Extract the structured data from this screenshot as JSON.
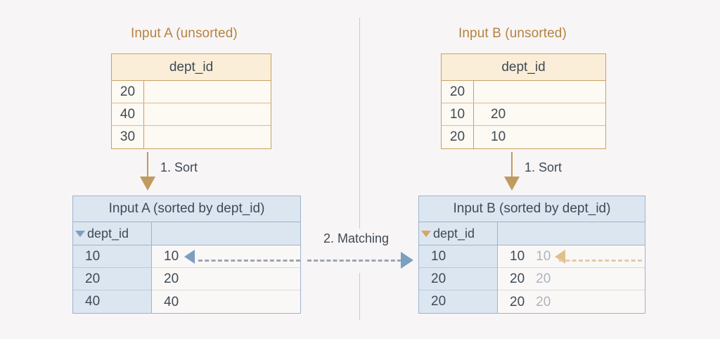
{
  "figure": {
    "divider_color": "#cdc9cc",
    "background": "#f8f5f6"
  },
  "left": {
    "caption": "Input A (unsorted)",
    "unsorted_table": {
      "header": "dept_id",
      "rows": [
        {
          "key": "20",
          "value": ""
        },
        {
          "key": "40",
          "value": ""
        },
        {
          "key": "30",
          "value": ""
        }
      ]
    },
    "sort_step": {
      "label": "1. Sort"
    },
    "sorted_table": {
      "title": "Input A (sorted by dept_id)",
      "column_header": "dept_id",
      "rows": [
        {
          "key": "10",
          "value": "10",
          "value2": ""
        },
        {
          "key": "20",
          "value": "20",
          "value2": ""
        },
        {
          "key": "40",
          "value": "40",
          "value2": ""
        }
      ]
    }
  },
  "right": {
    "caption": "Input B (unsorted)",
    "unsorted_table": {
      "header": "dept_id",
      "rows": [
        {
          "key": "20",
          "value": ""
        },
        {
          "key": "10",
          "value": "20"
        },
        {
          "key": "20",
          "value": "10"
        }
      ]
    },
    "sort_step": {
      "label": "1. Sort"
    },
    "sorted_table": {
      "title": "Input B (sorted by dept_id)",
      "column_header": "dept_id",
      "rows": [
        {
          "key": "10",
          "value": "10",
          "value2": "10"
        },
        {
          "key": "20",
          "value": "20",
          "value2": "20"
        },
        {
          "key": "20",
          "value": "20",
          "value2": "20"
        }
      ]
    }
  },
  "matching_step": {
    "label": "2. Matching"
  },
  "colors": {
    "caption_text": "#b4843f",
    "cream_header_bg": "#faeed8",
    "cream_row_bg": "#fdf9f3",
    "cream_border": "#c9a063",
    "blue_header_bg": "#dce6f1",
    "blue_border": "#9cb3cf",
    "blue_value_bg": "#faf8f7",
    "dash_blue": "#9aa6b4",
    "dash_gold": "#e3cba6",
    "muted_value": "#adb4bd",
    "sort_arrow": "#c09b5e"
  }
}
